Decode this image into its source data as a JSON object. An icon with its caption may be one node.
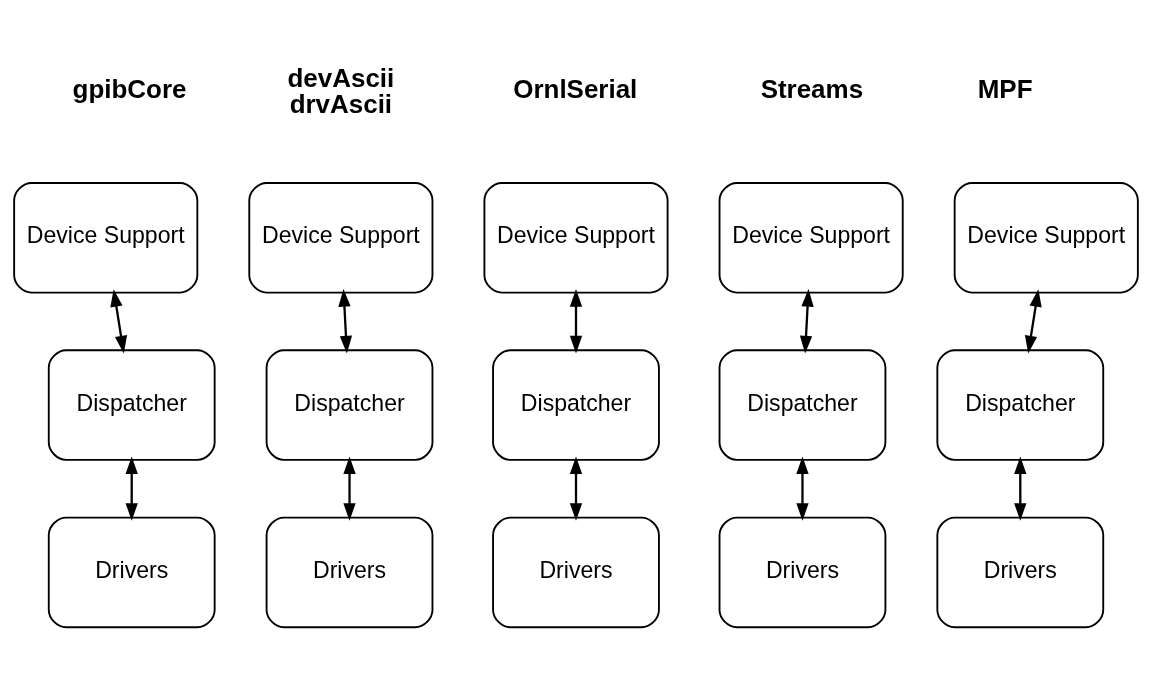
{
  "diagram": {
    "nodes": [
      {
        "text": [
          "Device Support"
        ]
      },
      {
        "text": [
          "Device Support"
        ]
      },
      {
        "text": [
          "Device Support"
        ]
      },
      {
        "text": [
          "Device Support"
        ]
      },
      {
        "text": [
          "Device Support"
        ]
      },
      {
        "text": [
          "Dispatcher"
        ]
      },
      {
        "text": [
          "Dispatcher"
        ]
      },
      {
        "text": [
          "Dispatcher"
        ]
      },
      {
        "text": [
          "Dispatcher"
        ]
      },
      {
        "text": [
          "Dispatcher"
        ]
      },
      {
        "text": [
          "Drivers"
        ]
      },
      {
        "text": [
          "Drivers"
        ]
      },
      {
        "text": [
          "Drivers"
        ]
      },
      {
        "text": [
          "Drivers"
        ]
      },
      {
        "text": [
          "Drivers"
        ]
      }
    ],
    "edges": [
      {
        "from": 0,
        "to": 5,
        "arrow": "both"
      },
      {
        "from": 5,
        "to": 10,
        "arrow": "both"
      },
      {
        "from": 1,
        "to": 6,
        "arrow": "both"
      },
      {
        "from": 6,
        "to": 11,
        "arrow": "both"
      },
      {
        "from": 2,
        "to": 7,
        "arrow": "both"
      },
      {
        "from": 7,
        "to": 12,
        "arrow": "both"
      },
      {
        "from": 3,
        "to": 8,
        "arrow": "both"
      },
      {
        "from": 8,
        "to": 13,
        "arrow": "both"
      },
      {
        "from": 4,
        "to": 9,
        "arrow": "both"
      },
      {
        "from": 9,
        "to": 14,
        "arrow": "both"
      }
    ],
    "labels": [
      "gpibCore",
      "devAscii drvAscii",
      "OrnlSerial",
      "Streams",
      "MPF"
    ]
  }
}
